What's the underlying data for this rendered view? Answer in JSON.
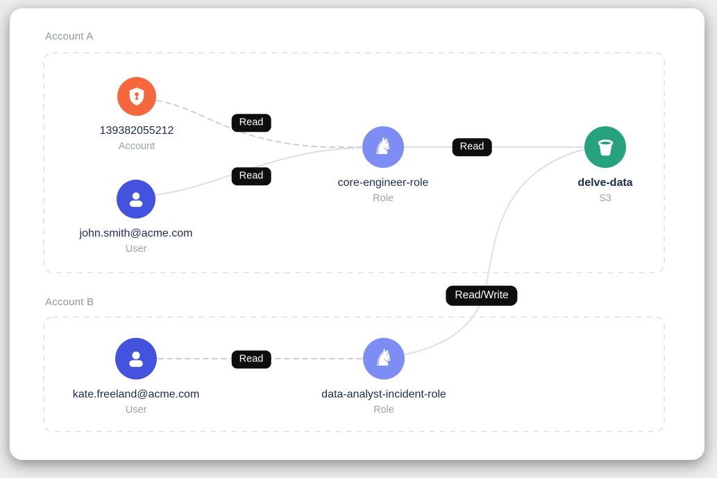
{
  "diagram": {
    "groups": [
      {
        "label": "Account A"
      },
      {
        "label": "Account B"
      }
    ],
    "nodes": [
      {
        "name": "139382055212",
        "type": "Account",
        "icon": "shield-keyhole-icon",
        "color": "#F5673D"
      },
      {
        "name": "john.smith@acme.com",
        "type": "User",
        "icon": "user-icon",
        "color": "#4353DD"
      },
      {
        "name": "core-engineer-role",
        "type": "Role",
        "icon": "chess-knight-icon",
        "color": "#7D8DF3"
      },
      {
        "name": "delve-data",
        "type": "S3",
        "icon": "bucket-icon",
        "color": "#27A27E"
      },
      {
        "name": "kate.freeland@acme.com",
        "type": "User",
        "icon": "user-icon",
        "color": "#4353DD"
      },
      {
        "name": "data-analyst-incident-role",
        "type": "Role",
        "icon": "chess-knight-icon",
        "color": "#7D8DF3"
      }
    ],
    "edges": [
      {
        "from": "139382055212",
        "to": "core-engineer-role",
        "label": "Read",
        "style": "dashed"
      },
      {
        "from": "john.smith@acme.com",
        "to": "core-engineer-role",
        "label": "Read",
        "style": "solid"
      },
      {
        "from": "core-engineer-role",
        "to": "delve-data",
        "label": "Read",
        "style": "solid"
      },
      {
        "from": "kate.freeland@acme.com",
        "to": "data-analyst-incident-role",
        "label": "Read",
        "style": "dashed"
      },
      {
        "from": "data-analyst-incident-role",
        "to": "delve-data",
        "label": "Read/Write",
        "style": "solid"
      }
    ],
    "colors": {
      "card_bg": "#FFFFFF",
      "badge_bg": "#0C0E10",
      "badge_text": "#FFFFFF",
      "edge_solid": "#DCDFE6",
      "edge_dashed": "#C9CFDA",
      "group_border": "#DCE0E9",
      "name_text": "#1B2B50",
      "type_text": "#9AA3B4",
      "group_label_text": "#8D96A5"
    }
  }
}
